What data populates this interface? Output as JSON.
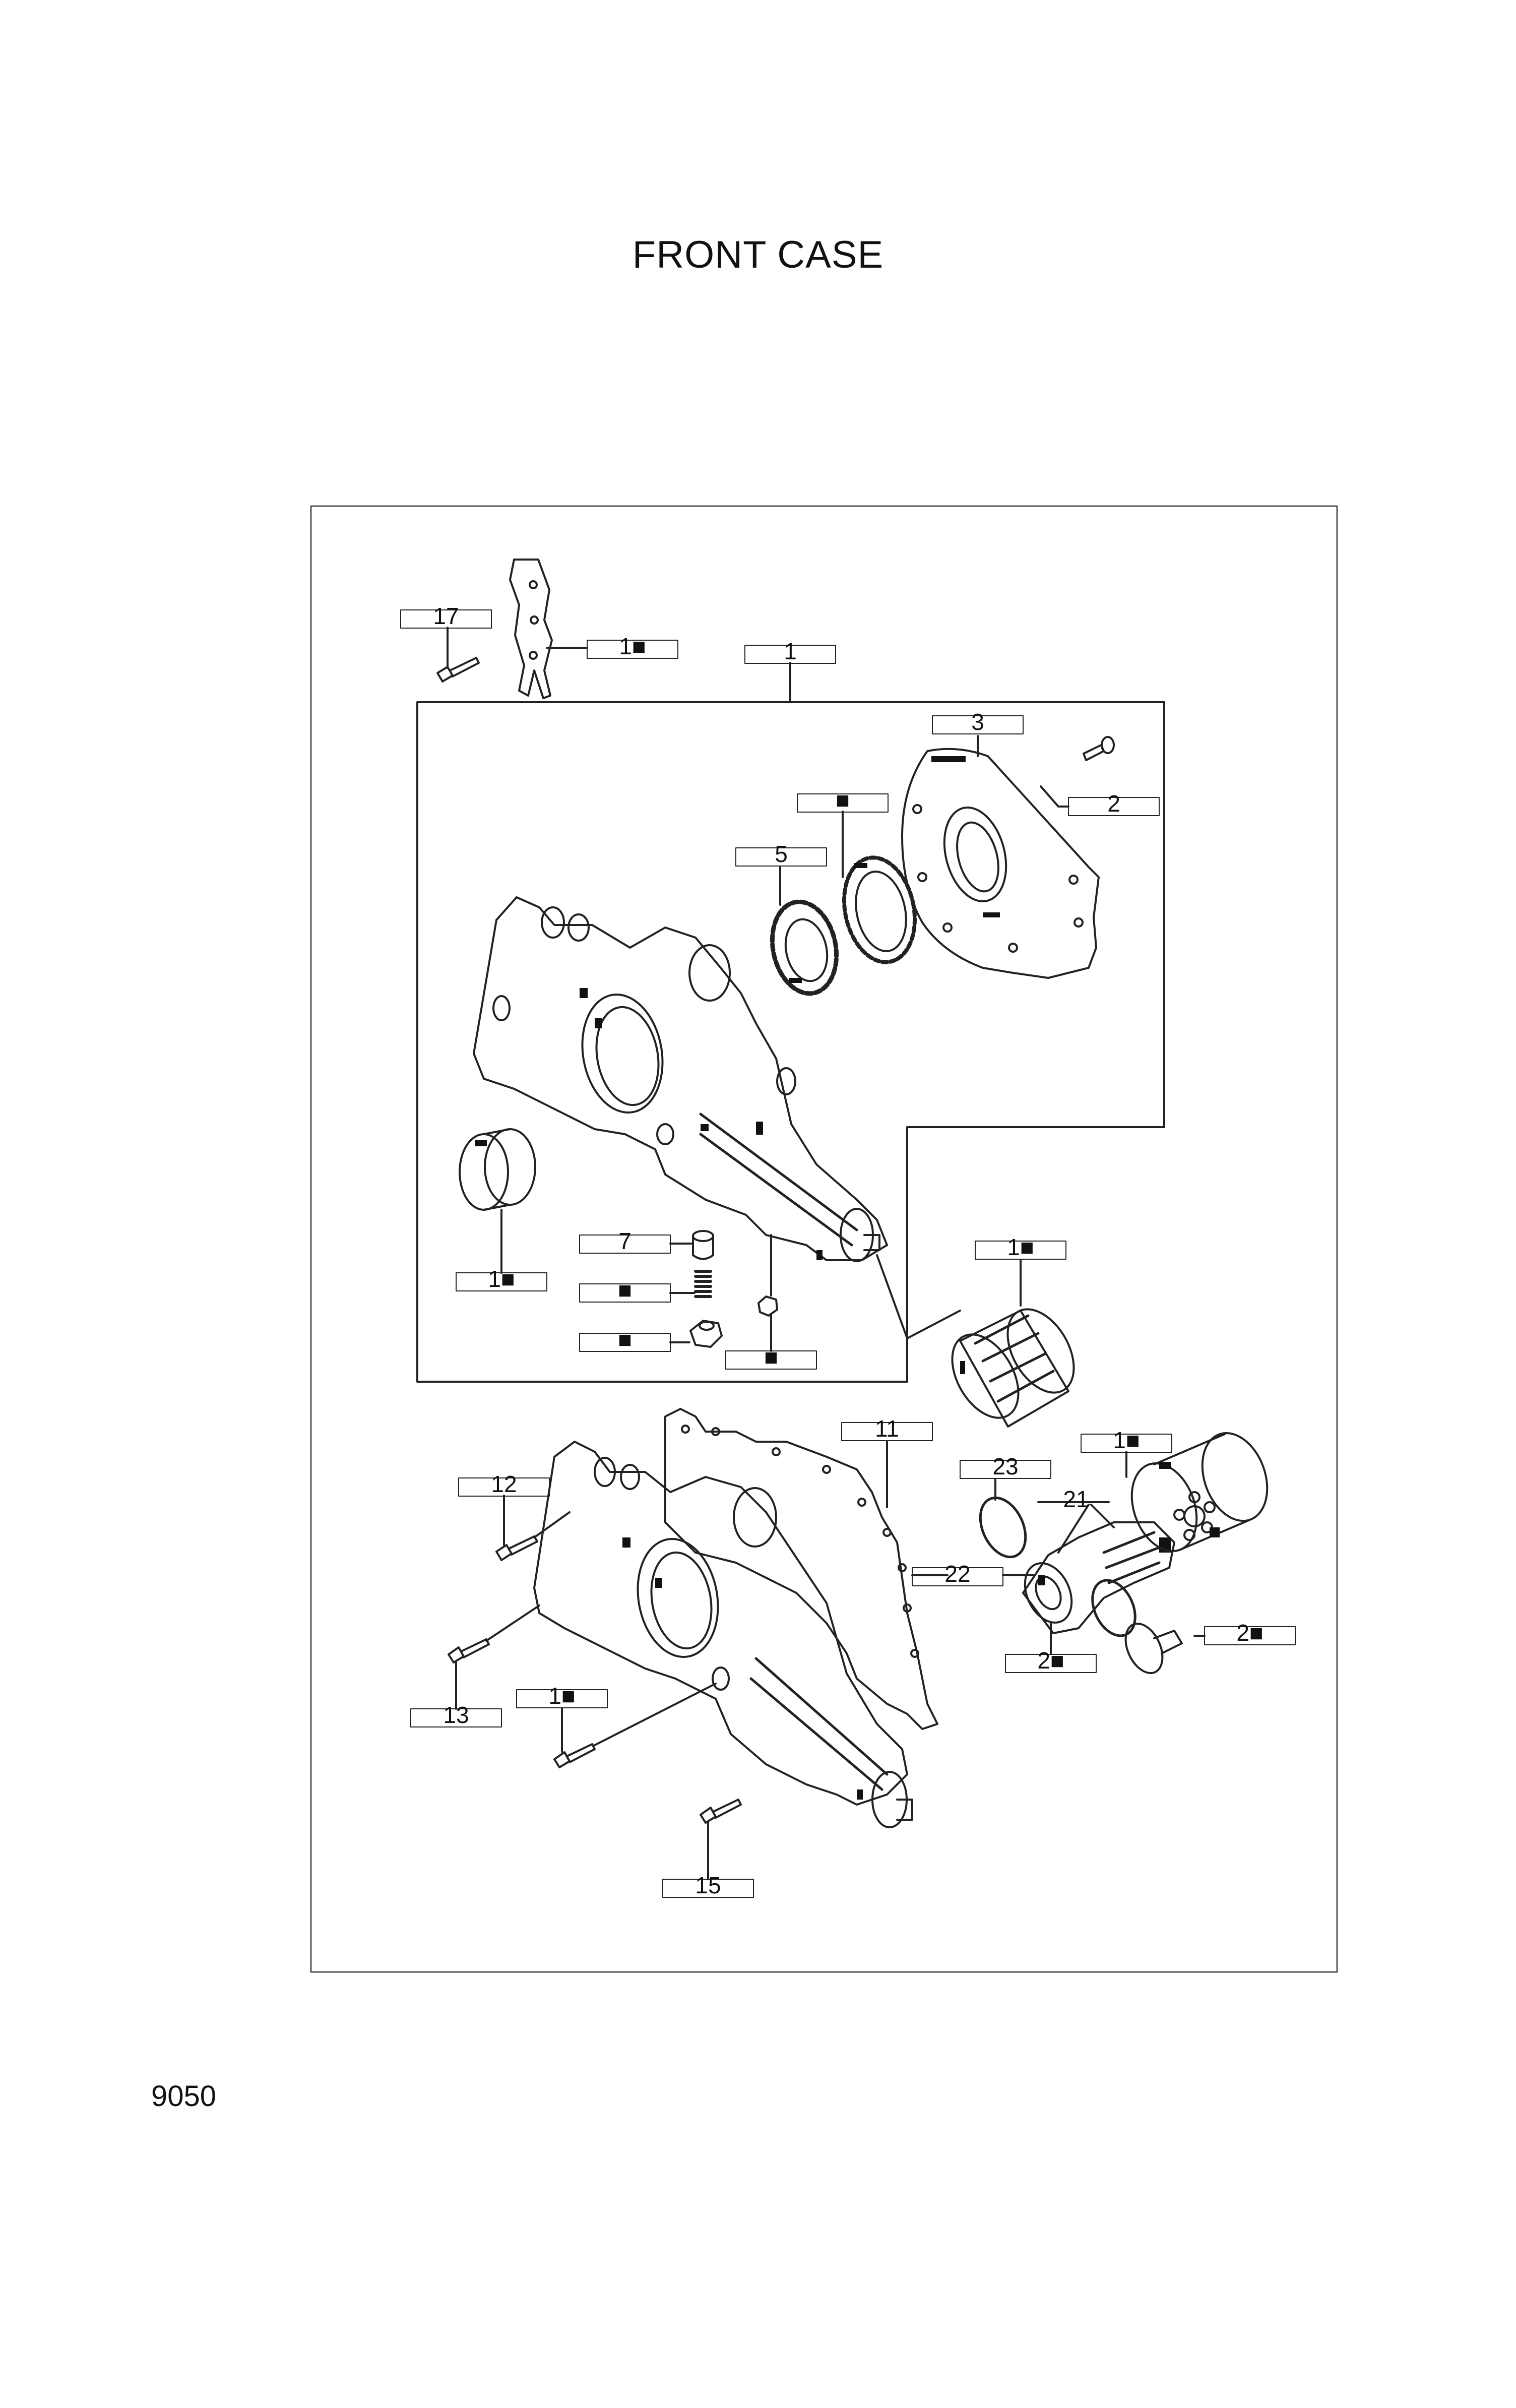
{
  "title": "FRONT CASE",
  "page_number": "9050",
  "callouts": [
    {
      "id": "c17",
      "text": "17"
    },
    {
      "id": "c16",
      "text": "1■"
    },
    {
      "id": "c1",
      "text": "1"
    },
    {
      "id": "c3",
      "text": "3"
    },
    {
      "id": "c2",
      "text": "2"
    },
    {
      "id": "c4",
      "text": "■"
    },
    {
      "id": "c5",
      "text": "5"
    },
    {
      "id": "c18",
      "text": "1■"
    },
    {
      "id": "c7",
      "text": "7"
    },
    {
      "id": "c8",
      "text": "■"
    },
    {
      "id": "c9",
      "text": "■"
    },
    {
      "id": "c10",
      "text": "■"
    },
    {
      "id": "c19",
      "text": "1■"
    },
    {
      "id": "c11",
      "text": "11"
    },
    {
      "id": "c12",
      "text": "12"
    },
    {
      "id": "c13",
      "text": "13"
    },
    {
      "id": "c14",
      "text": "1■"
    },
    {
      "id": "c15",
      "text": "15"
    },
    {
      "id": "c23",
      "text": "23"
    },
    {
      "id": "c20",
      "text": "1■"
    },
    {
      "id": "c21",
      "text": "21"
    },
    {
      "id": "c22",
      "text": "22"
    },
    {
      "id": "c24",
      "text": "2■"
    },
    {
      "id": "c25",
      "text": "2■"
    }
  ]
}
